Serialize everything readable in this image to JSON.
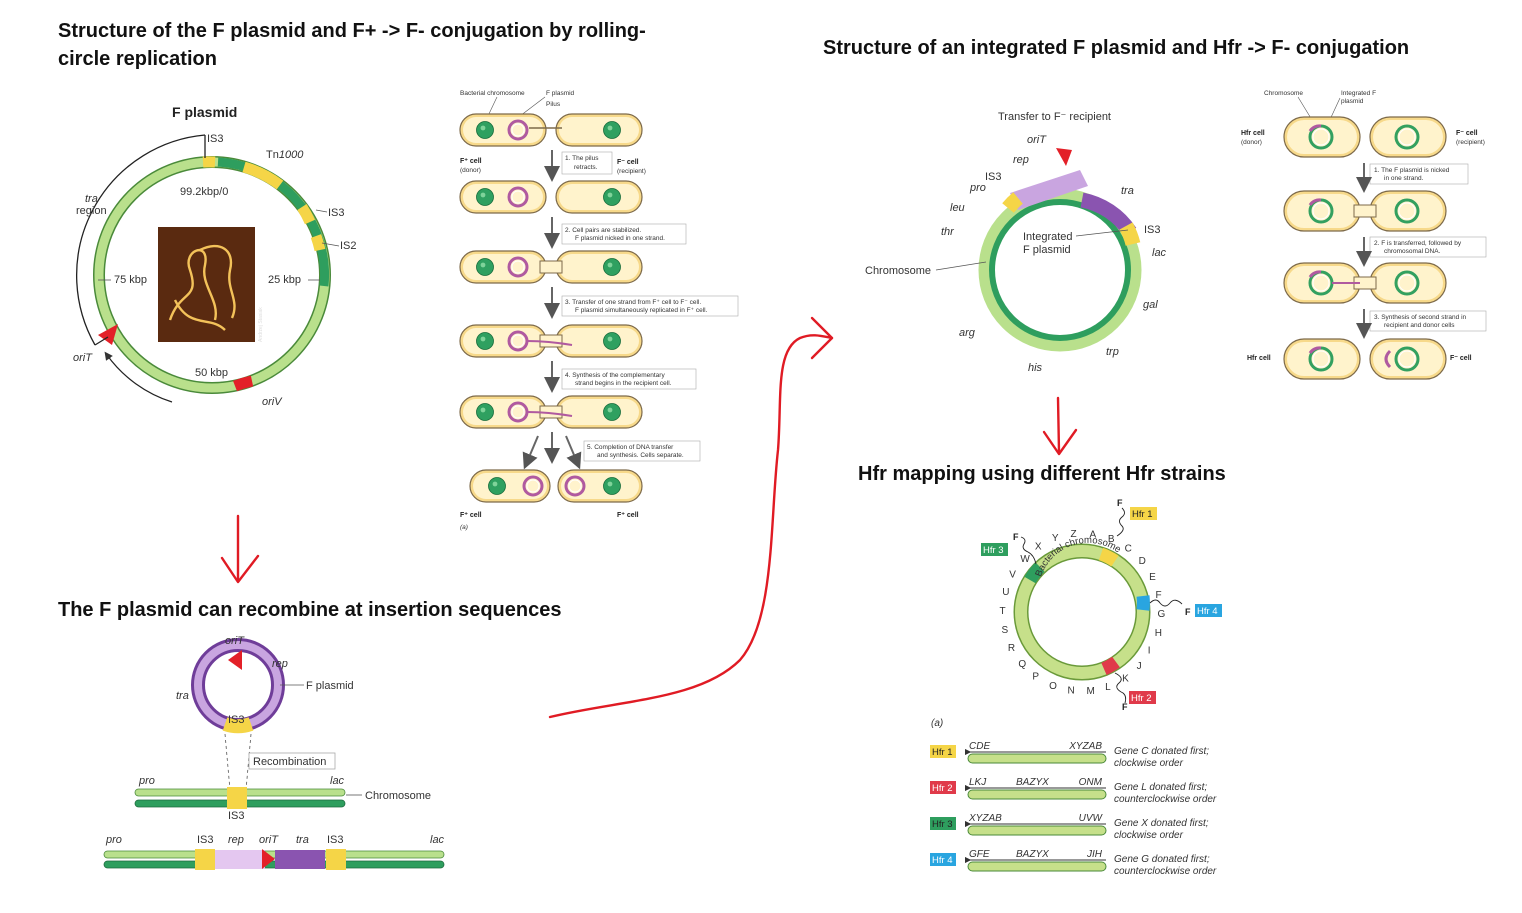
{
  "titles": {
    "t1_line1": "Structure of the F plasmid and F+ -> F- conjugation by rolling-",
    "t1_line2": "circle replication",
    "t2": "Structure of an integrated F plasmid and Hfr -> F- conjugation",
    "t3": "The F plasmid can recombine at insertion sequences",
    "t4": "Hfr mapping using different Hfr strains"
  },
  "fplasmid": {
    "heading": "F plasmid",
    "is3_top": "IS3",
    "tn1000_prefix": "Tn",
    "tn1000_num": "1000",
    "is3_right": "IS3",
    "is2": "IS2",
    "origin": "99.2kbp/0",
    "tra": "tra",
    "region": "region",
    "k75": "75 kbp",
    "k25": "25 kbp",
    "k50": "50 kbp",
    "oriT": "oriT",
    "oriV": "oriV",
    "photo_credit": "Andrzej Stasiak"
  },
  "conjugation": {
    "bact_chrom": "Bacterial chromosome",
    "f_plasmid": "F plasmid",
    "pilus": "Pilus",
    "fplus_cell": "F⁺ cell",
    "donor": "(donor)",
    "fminus_cell": "F⁻ cell",
    "recipient": "(recipient)",
    "step1a": "1. The pilus",
    "step1b": "retracts.",
    "step2a": "2. Cell pairs are stabilized.",
    "step2b": "F plasmid nicked in one strand.",
    "step3a": "3. Transfer of one strand from F⁺ cell to F⁻ cell.",
    "step3b": "F plasmid simultaneously replicated in F⁺ cell.",
    "step4a": "4. Synthesis of the complementary",
    "step4b": "strand begins in the recipient cell.",
    "step5a": "5. Completion of DNA transfer",
    "step5b": "and synthesis. Cells separate.",
    "final_left": "F⁺ cell",
    "final_right": "F⁺ cell",
    "panel": "(a)"
  },
  "recombination": {
    "oriT": "oriT",
    "rep": "rep",
    "f_plasmid": "F plasmid",
    "tra": "tra",
    "is3_a": "IS3",
    "recombination": "Recombination",
    "pro": "pro",
    "lac": "lac",
    "chromosome": "Chromosome",
    "is3_b": "IS3",
    "bottom_pro": "pro",
    "bottom_is3a": "IS3",
    "bottom_rep": "rep",
    "bottom_oriT": "oriT",
    "bottom_tra": "tra",
    "bottom_is3b": "IS3",
    "bottom_lac": "lac"
  },
  "integrated": {
    "transfer": "Transfer to F⁻ recipient",
    "oriT": "oriT",
    "rep": "rep",
    "is3_left": "IS3",
    "pro": "pro",
    "tra": "tra",
    "leu": "leu",
    "thr": "thr",
    "integrated_a": "Integrated",
    "integrated_b": "F plasmid",
    "is3_right": "IS3",
    "lac": "lac",
    "chromosome": "Chromosome",
    "gal": "gal",
    "arg": "arg",
    "trp": "trp",
    "his": "his"
  },
  "hfr_conj": {
    "chromosome": "Chromosome",
    "integrated_a": "Integrated F",
    "integrated_b": "plasmid",
    "hfr_cell": "Hfr cell",
    "donor": "(donor)",
    "fminus_cell": "F⁻ cell",
    "recipient": "(recipient)",
    "step1a": "1. The F plasmid is nicked",
    "step1b": "in one strand.",
    "step2a": "2. F is transferred, followed by",
    "step2b": "chromosomal DNA.",
    "step3a": "3. Synthesis of second strand in",
    "step3b": "recipient and donor cells",
    "final_left": "Hfr cell",
    "final_right": "F⁻ cell"
  },
  "hfr_map": {
    "bacterial_chromosome": "Bacterial chromosome",
    "genes": [
      "A",
      "B",
      "C",
      "D",
      "E",
      "F",
      "G",
      "H",
      "I",
      "J",
      "K",
      "L",
      "M",
      "N",
      "O",
      "P",
      "Q",
      "R",
      "S",
      "T",
      "U",
      "V",
      "W",
      "X",
      "Y",
      "Z"
    ],
    "F": "F",
    "hfr1": "Hfr 1",
    "hfr2": "Hfr 2",
    "hfr3": "Hfr 3",
    "hfr4": "Hfr 4",
    "panel": "(a)",
    "rows": [
      {
        "label": "Hfr 1",
        "left": "CDE",
        "mid": "",
        "right": "XYZAB",
        "desc1": "Gene C donated first;",
        "desc2": "clockwise order"
      },
      {
        "label": "Hfr 2",
        "left": "LKJ",
        "mid": "BAZYX",
        "right": "ONM",
        "desc1": "Gene L donated first;",
        "desc2": "counterclockwise order"
      },
      {
        "label": "Hfr 3",
        "left": "XYZAB",
        "mid": "",
        "right": "UVW",
        "desc1": "Gene X donated first;",
        "desc2": "clockwise order"
      },
      {
        "label": "Hfr 4",
        "left": "GFE",
        "mid": "BAZYX",
        "right": "JIH",
        "desc1": "Gene G donated first;",
        "desc2": "counterclockwise order"
      }
    ]
  },
  "colors": {
    "green_light": "#c6e08a",
    "green_dark": "#2e9e5e",
    "yellow": "#f5d547",
    "red": "#e32028",
    "purple": "#8a54b0",
    "cell": "#fde9b0",
    "arrow_red": "#e01b24"
  }
}
